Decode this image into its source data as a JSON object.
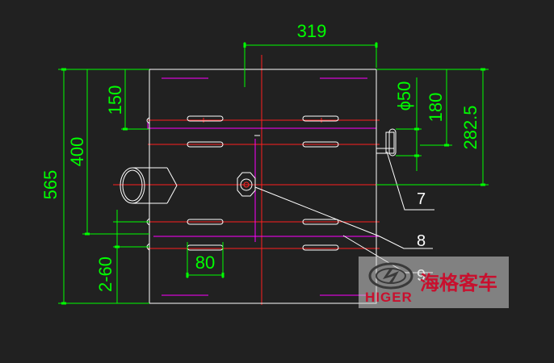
{
  "dimensions": {
    "top_width": "319",
    "total_height": "565",
    "upper_height": "400",
    "top_offset": "150",
    "pipe_diameter": "ϕ50",
    "pipe_offset": "180",
    "pipe_center_offset": "282.5",
    "bottom_spec": "2-60",
    "slot_length": "80"
  },
  "callouts": {
    "item_7": "7",
    "item_8": "8",
    "item_9": "9"
  },
  "watermark": {
    "brand_latin": "HIGER",
    "brand_cn": "海格客车"
  },
  "colors": {
    "background": "#212121",
    "outline": "#ffffff",
    "dimension": "#00ff00",
    "centerline": "#ff2020",
    "hidden_line": "#ff00ff",
    "brand": "#c8102e"
  }
}
